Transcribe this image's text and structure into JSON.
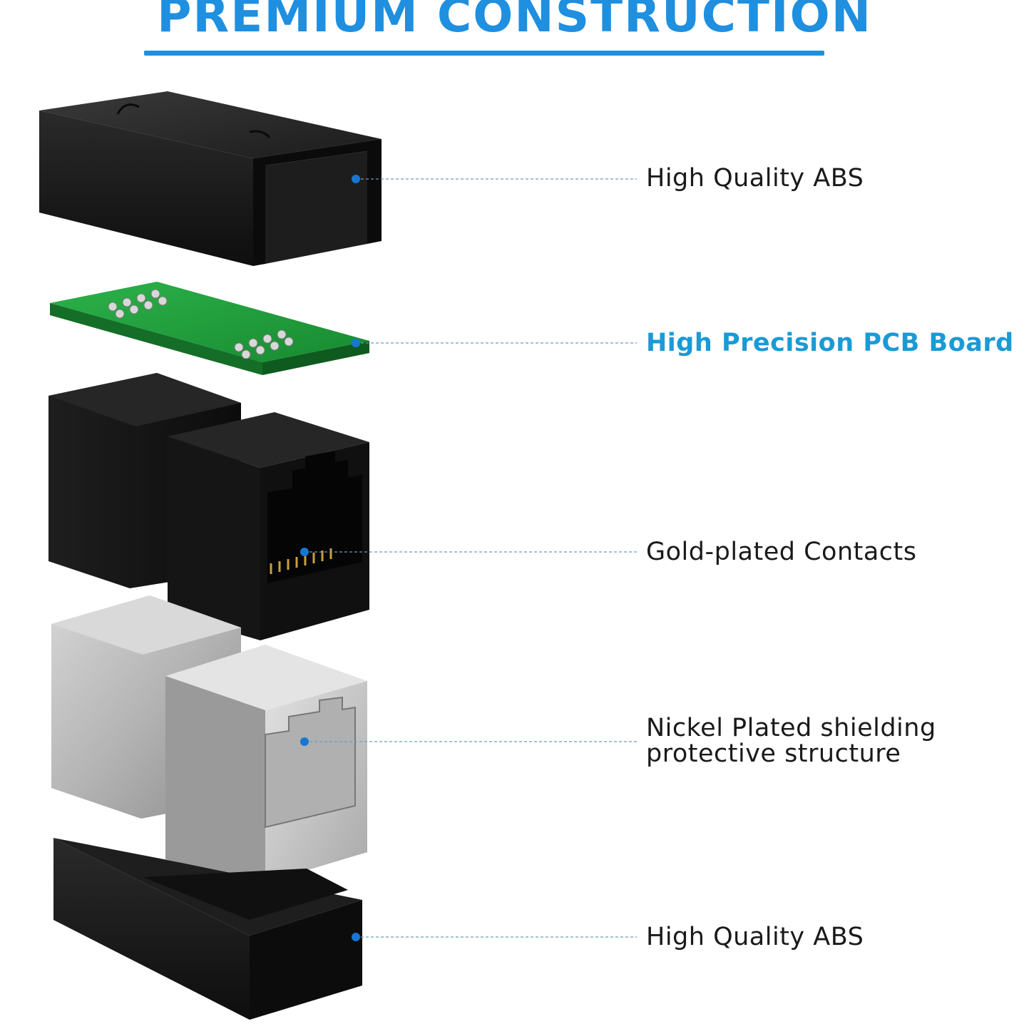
{
  "header": {
    "title": "PREMIUM CONSTRUCTION"
  },
  "colors": {
    "accent": "#1f8fe0",
    "label_highlight": "#1a9ad6",
    "text": "#1a1a1a",
    "dot": "#1677d2",
    "leader_line": "#6a9bc0",
    "abs_black": "#141414",
    "pcb_green": "#1f9c3a",
    "shield_silver": "#b9b9b9"
  },
  "callouts": [
    {
      "icon": "abs-top-shell-icon",
      "lines": [
        "High Quality ABS"
      ],
      "highlight": false
    },
    {
      "icon": "pcb-board-icon",
      "lines": [
        "High Precision PCB Board"
      ],
      "highlight": true
    },
    {
      "icon": "rj45-jack-icon",
      "lines": [
        "Gold-plated Contacts"
      ],
      "highlight": false
    },
    {
      "icon": "shield-cage-icon",
      "lines": [
        "Nickel Plated shielding",
        "protective structure"
      ],
      "highlight": false
    },
    {
      "icon": "abs-bottom-shell-icon",
      "lines": [
        "High Quality ABS"
      ],
      "highlight": false
    }
  ]
}
